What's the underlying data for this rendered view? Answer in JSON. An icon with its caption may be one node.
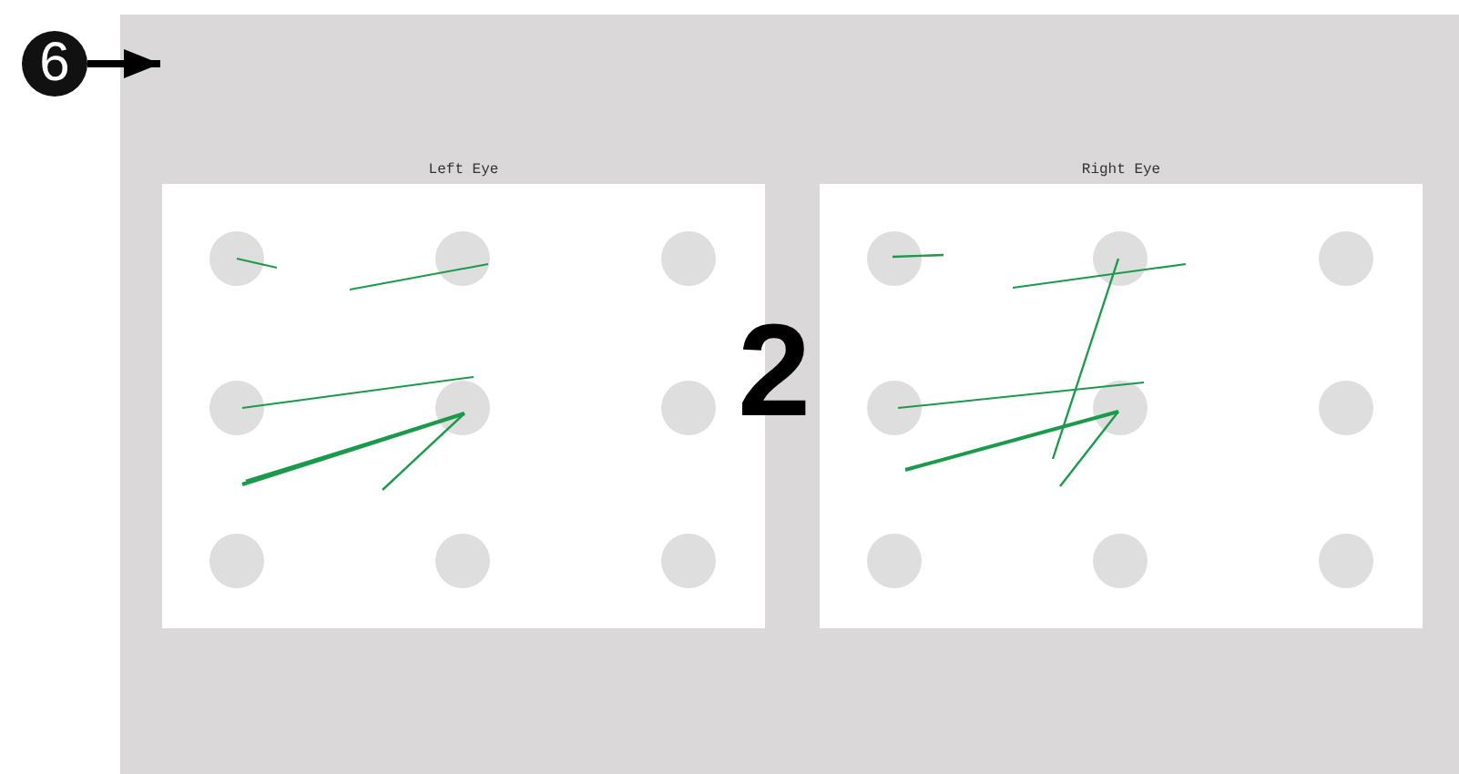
{
  "diagram": {
    "nodes": [
      {
        "text": [
          "6"
        ]
      },
      {
        "text": [],
        "shape": "box"
      },
      {
        "text": [
          "Left Eye"
        ],
        "in": 1
      },
      {
        "text": [
          "Right Eye"
        ],
        "in": 1
      }
    ],
    "edges": [
      {
        "from": 0,
        "to": 1,
        "arrow": "to"
      }
    ],
    "labels": [
      "2"
    ]
  }
}
